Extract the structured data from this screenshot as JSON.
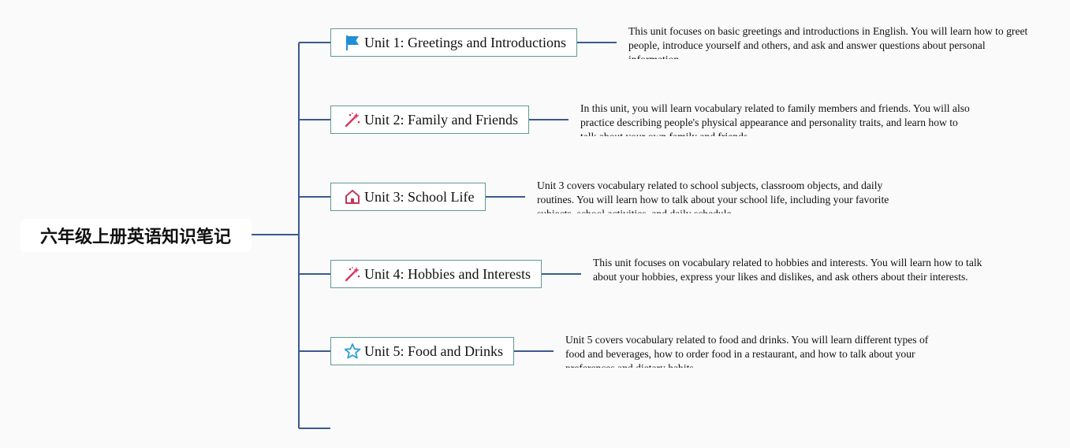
{
  "root": {
    "title": "六年级上册英语知识笔记"
  },
  "units": [
    {
      "label": "Unit 1: Greetings and Introductions",
      "icon": "flag-icon",
      "description": "This unit focuses on basic greetings and introductions in English. You will learn how to greet people, introduce yourself and others, and ask and answer questions about personal information."
    },
    {
      "label": "Unit 2: Family and Friends",
      "icon": "magic-wand-icon",
      "description": "In this unit, you will learn vocabulary related to family members and friends. You will also practice describing people's physical appearance and personality traits, and learn how to talk about your own family and friends."
    },
    {
      "label": "Unit 3: School Life",
      "icon": "house-icon",
      "description": "Unit 3 covers vocabulary related to school subjects, classroom objects, and daily routines. You will learn how to talk about your school life, including your favorite subjects, school activities, and daily schedule."
    },
    {
      "label": "Unit 4: Hobbies and Interests",
      "icon": "magic-wand-icon",
      "description": "This unit focuses on vocabulary related to hobbies and interests. You will learn how to talk about your hobbies, express your likes and dislikes, and ask others about their interests."
    },
    {
      "label": "Unit 5: Food and Drinks",
      "icon": "star-icon",
      "description": "Unit 5 covers vocabulary related to food and drinks. You will learn different types of food and beverages, how to order food in a restaurant, and how to talk about your preferences and dietary habits."
    }
  ],
  "colors": {
    "connector": "#3b5a8c",
    "node_border": "#5f9a96",
    "flag": "#1f8fd6",
    "wand": "#d9345f",
    "house": "#c2375d",
    "star": "#2f9fd6"
  }
}
